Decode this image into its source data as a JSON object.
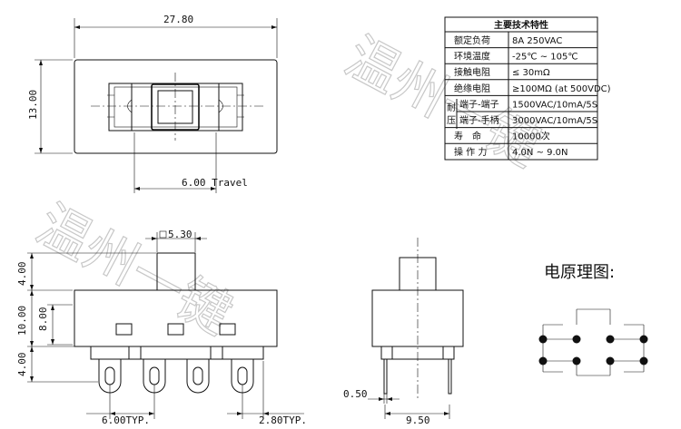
{
  "watermark": {
    "text_top": "温州一键",
    "text_bottom": "温州一键"
  },
  "top_view": {
    "width_dim": "27.80",
    "height_dim": "13.00",
    "travel_dim": "6.00 Travel"
  },
  "side_view": {
    "actuator_dim": "5.30",
    "dim_top": "4.00",
    "dim_body": "10.00",
    "dim_inner": "8.00",
    "dim_bottom": "4.00",
    "pitch_typ": "6.00TYP.",
    "lug_typ": "2.80TYP."
  },
  "end_view": {
    "pin_dim": "0.50",
    "pin_span": "9.50"
  },
  "circuit": {
    "title": "电原理图:"
  },
  "spec_table": {
    "header": "主要技术特性",
    "rows": [
      {
        "label": "额定负荷",
        "value": "8A 250VAC"
      },
      {
        "label": "环境温度",
        "value": "-25℃ ~ 105℃"
      },
      {
        "label": "接触电阻",
        "value": "≤ 30mΩ"
      },
      {
        "label": "绝缘电阻",
        "value": "≥100MΩ (at 500VDC)"
      },
      {
        "label": "端子-端子",
        "value": "1500VAC/10mA/5S"
      },
      {
        "label": "端子-手柄",
        "value": "3000VAC/10mA/5S"
      },
      {
        "label": "寿　命",
        "value": "10000次"
      },
      {
        "label": "操 作 力",
        "value": "4.0N ~ 9.0N"
      }
    ],
    "group_label_top": "耐",
    "group_label_bottom": "压"
  }
}
